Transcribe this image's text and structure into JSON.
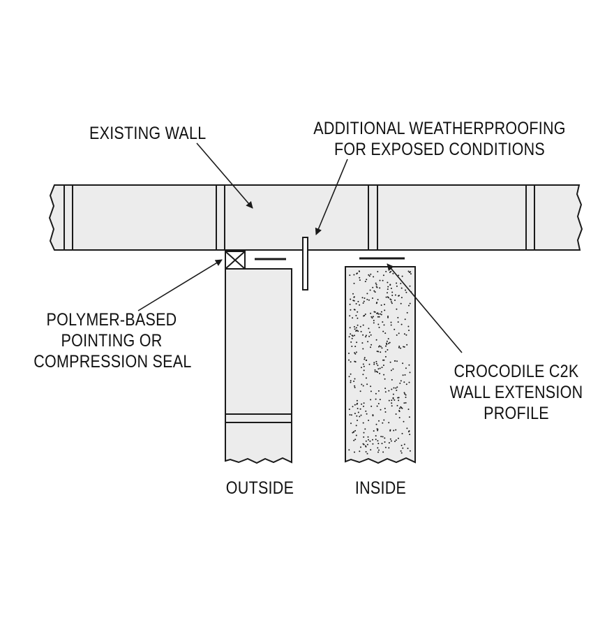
{
  "colors": {
    "stroke": "#1a1a1a",
    "fill": "#ececec",
    "background": "#ffffff"
  },
  "labels": {
    "existing_wall": "EXISTING WALL",
    "weatherproofing": [
      "ADDITIONAL WEATHERPROOFING",
      "FOR EXPOSED CONDITIONS"
    ],
    "seal": [
      "POLYMER-BASED",
      "POINTING OR",
      "COMPRESSION SEAL"
    ],
    "profile": [
      "CROCODILE C2K",
      "WALL EXTENSION",
      "PROFILE"
    ],
    "outside": "OUTSIDE",
    "inside": "INSIDE"
  }
}
